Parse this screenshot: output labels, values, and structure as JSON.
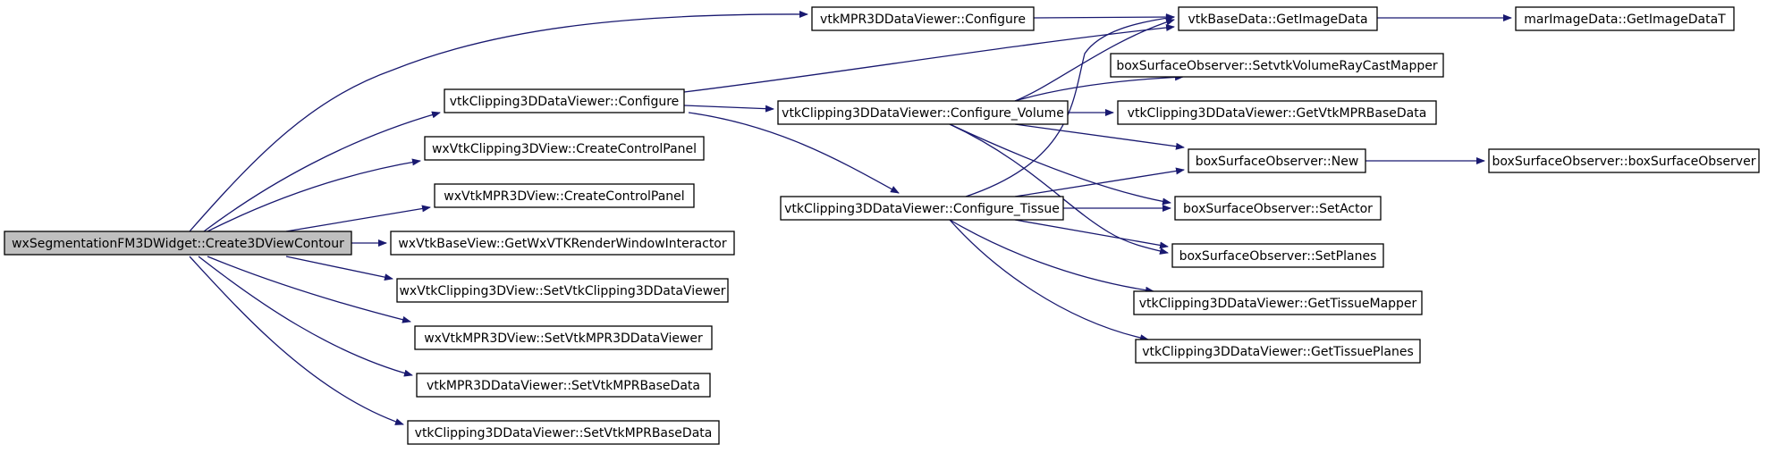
{
  "colors": {
    "edge": "#191970",
    "node_fill": "#ffffff",
    "root_fill": "#bfbfbf",
    "border": "#000000"
  },
  "nodes": [
    {
      "id": "root",
      "label": "wxSegmentationFM3DWidget::Create3DViewContour",
      "root": true
    },
    {
      "id": "mpr_configure",
      "label": "vtkMPR3DDataViewer::Configure"
    },
    {
      "id": "clip_configure",
      "label": "vtkClipping3DDataViewer::Configure"
    },
    {
      "id": "clip_createpanel",
      "label": "wxVtkClipping3DView::CreateControlPanel"
    },
    {
      "id": "mpr_createpanel",
      "label": "wxVtkMPR3DView::CreateControlPanel"
    },
    {
      "id": "getinteractor",
      "label": "wxVtkBaseView::GetWxVTKRenderWindowInteractor"
    },
    {
      "id": "setclipviewer",
      "label": "wxVtkClipping3DView::SetVtkClipping3DDataViewer"
    },
    {
      "id": "setmprviewer",
      "label": "wxVtkMPR3DView::SetVtkMPR3DDataViewer"
    },
    {
      "id": "mpr_setbase",
      "label": "vtkMPR3DDataViewer::SetVtkMPRBaseData"
    },
    {
      "id": "clip_setbase",
      "label": "vtkClipping3DDataViewer::SetVtkMPRBaseData"
    },
    {
      "id": "getimagedata",
      "label": "vtkBaseData::GetImageData"
    },
    {
      "id": "configure_volume",
      "label": "vtkClipping3DDataViewer::Configure_Volume"
    },
    {
      "id": "configure_tissue",
      "label": "vtkClipping3DDataViewer::Configure_Tissue"
    },
    {
      "id": "getimagedatat",
      "label": "marImageData::GetImageDataT"
    },
    {
      "id": "setraycast",
      "label": "boxSurfaceObserver::SetvtkVolumeRayCastMapper"
    },
    {
      "id": "getmprbase",
      "label": "vtkClipping3DDataViewer::GetVtkMPRBaseData"
    },
    {
      "id": "bso_new",
      "label": "boxSurfaceObserver::New"
    },
    {
      "id": "bso_ctor",
      "label": "boxSurfaceObserver::boxSurfaceObserver"
    },
    {
      "id": "setactor",
      "label": "boxSurfaceObserver::SetActor"
    },
    {
      "id": "setplanes",
      "label": "boxSurfaceObserver::SetPlanes"
    },
    {
      "id": "gettissuemapper",
      "label": "vtkClipping3DDataViewer::GetTissueMapper"
    },
    {
      "id": "gettissueplanes",
      "label": "vtkClipping3DDataViewer::GetTissuePlanes"
    }
  ],
  "edges": [
    {
      "from": "root",
      "to": "mpr_configure"
    },
    {
      "from": "root",
      "to": "clip_configure"
    },
    {
      "from": "root",
      "to": "clip_createpanel"
    },
    {
      "from": "root",
      "to": "mpr_createpanel"
    },
    {
      "from": "root",
      "to": "getinteractor"
    },
    {
      "from": "root",
      "to": "setclipviewer"
    },
    {
      "from": "root",
      "to": "setmprviewer"
    },
    {
      "from": "root",
      "to": "mpr_setbase"
    },
    {
      "from": "root",
      "to": "clip_setbase"
    },
    {
      "from": "mpr_configure",
      "to": "getimagedata"
    },
    {
      "from": "clip_configure",
      "to": "getimagedata"
    },
    {
      "from": "clip_configure",
      "to": "configure_volume"
    },
    {
      "from": "clip_configure",
      "to": "configure_tissue"
    },
    {
      "from": "getimagedata",
      "to": "getimagedatat"
    },
    {
      "from": "configure_volume",
      "to": "getimagedata"
    },
    {
      "from": "configure_volume",
      "to": "setraycast"
    },
    {
      "from": "configure_volume",
      "to": "getmprbase"
    },
    {
      "from": "configure_volume",
      "to": "bso_new"
    },
    {
      "from": "configure_volume",
      "to": "setactor"
    },
    {
      "from": "configure_volume",
      "to": "setplanes"
    },
    {
      "from": "configure_tissue",
      "to": "getimagedata"
    },
    {
      "from": "configure_tissue",
      "to": "bso_new"
    },
    {
      "from": "configure_tissue",
      "to": "setactor"
    },
    {
      "from": "configure_tissue",
      "to": "setplanes"
    },
    {
      "from": "configure_tissue",
      "to": "gettissuemapper"
    },
    {
      "from": "configure_tissue",
      "to": "gettissueplanes"
    },
    {
      "from": "bso_new",
      "to": "bso_ctor"
    }
  ]
}
